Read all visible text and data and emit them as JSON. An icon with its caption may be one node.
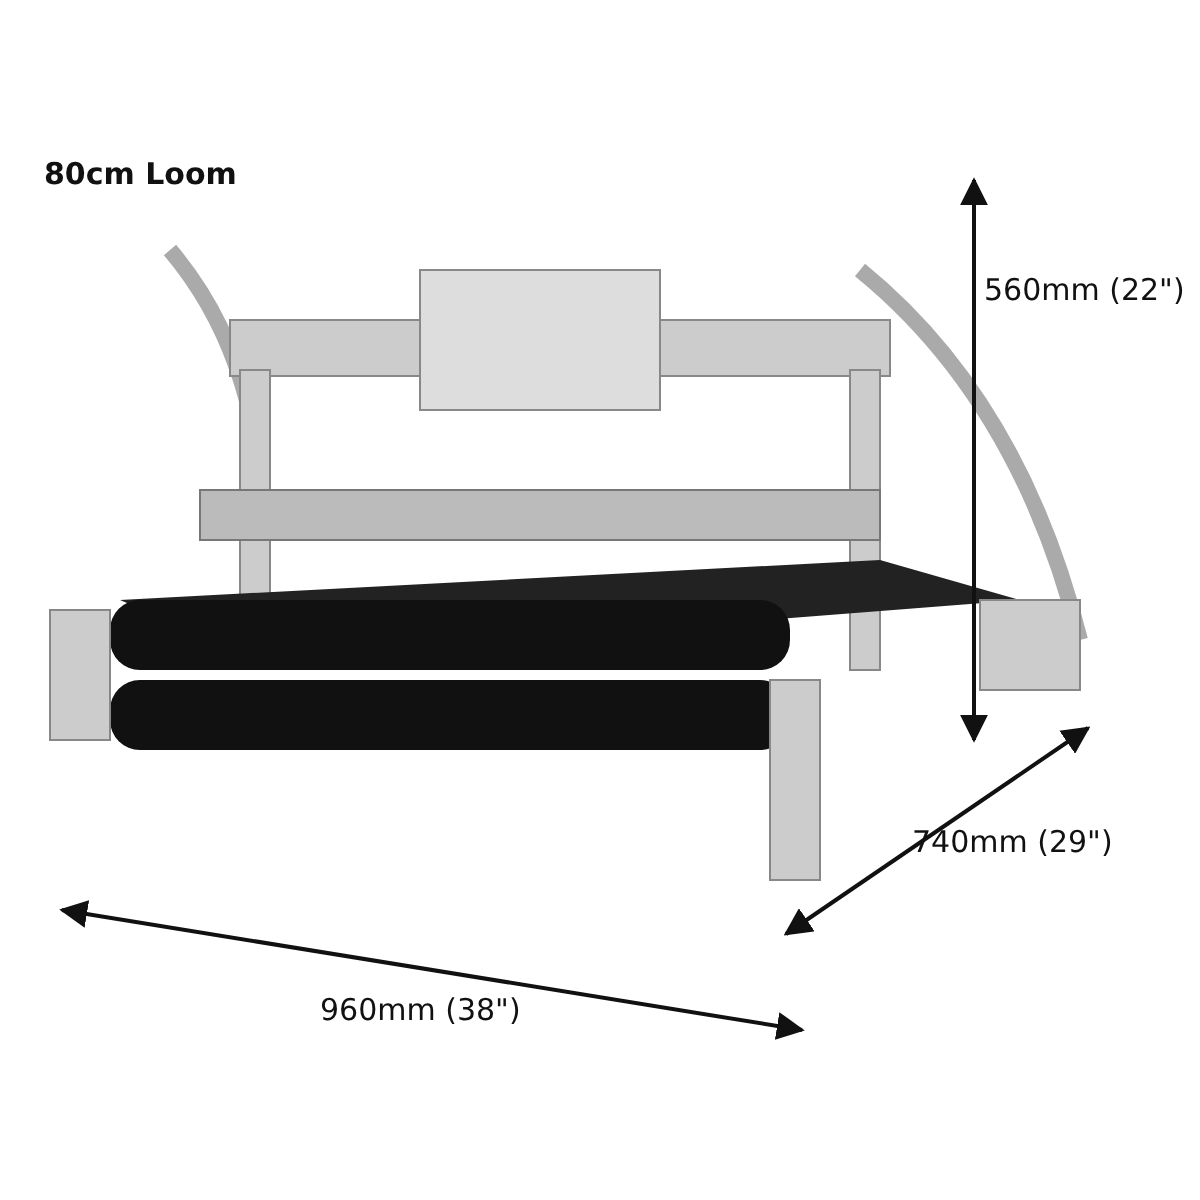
{
  "diagram": {
    "title": "80cm Loom",
    "labels": [
      "560mm (22\")",
      "740mm (29\")",
      "960mm (38\")"
    ]
  }
}
